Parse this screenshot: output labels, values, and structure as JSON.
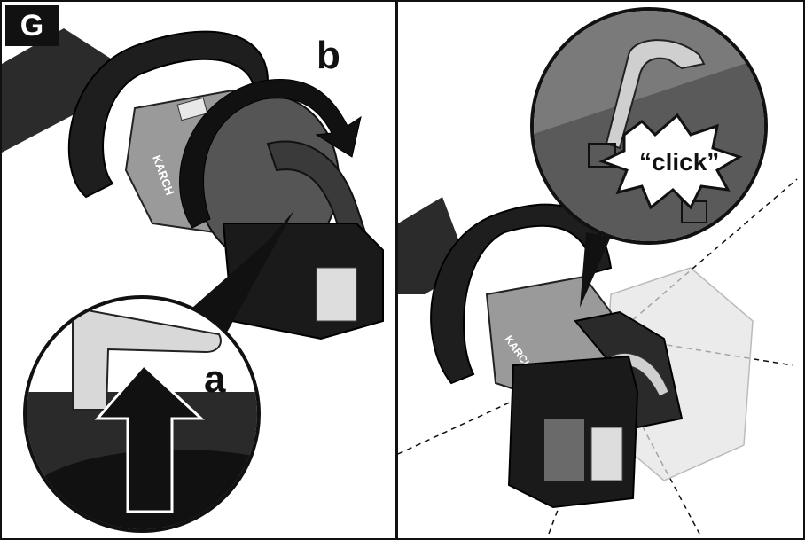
{
  "figure": {
    "badge": "G",
    "step_a": "a",
    "step_b": "b",
    "callout": "“click”",
    "brand_left": "KARCH",
    "brand_right": "KARCH"
  }
}
